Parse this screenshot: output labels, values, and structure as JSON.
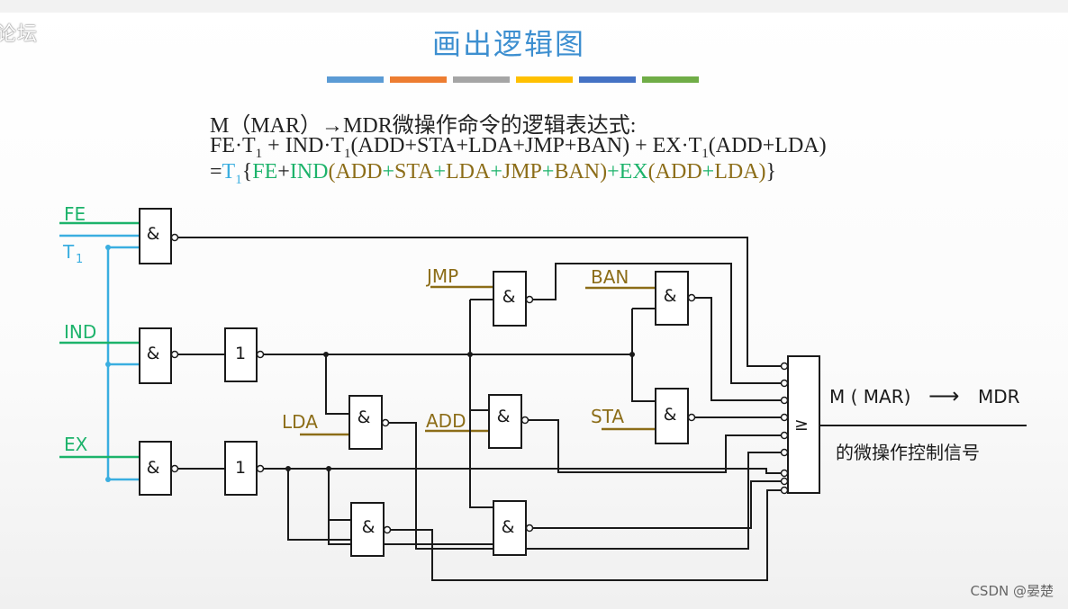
{
  "header": {
    "watermark": "论坛",
    "title": "画出逻辑图",
    "bar_colors": [
      "#5b9bd5",
      "#ed7d31",
      "#a5a5a5",
      "#ffc000",
      "#4472c4",
      "#70ad47"
    ]
  },
  "expression": {
    "line1": "M（MAR）→MDR微操作命令的逻辑表达式:",
    "line2_a": "FE·T",
    "line2_b": " + IND·T",
    "line2_c": "(ADD+STA+LDA+JMP+BAN) + EX·T",
    "line2_d": "(ADD+LDA)",
    "sub1": "1",
    "eq": "=",
    "t1": "T",
    "open": "{",
    "fe": "FE",
    "plus": "+",
    "ind": "IND",
    "lp": "(",
    "add": "ADD",
    "sta": "STA",
    "lda": "LDA",
    "jmp": "JMP",
    "ban": "BAN",
    "rp": ")",
    "ex": "EX",
    "close": "}"
  },
  "circuit": {
    "inputs": {
      "fe": "FE",
      "t": "T",
      "t_sub": "1",
      "ind": "IND",
      "ex": "EX"
    },
    "signals": {
      "jmp": "JMP",
      "ban": "BAN",
      "lda": "LDA",
      "add": "ADD",
      "sta": "STA"
    },
    "gate_and": "&",
    "gate_not": "1",
    "gate_or": "≥",
    "output_label": "M ( MAR)",
    "output_arrow": "⟶",
    "output_target": "MDR",
    "output_caption": "的微操作控制信号",
    "colors": {
      "green": "#1db36b",
      "blue": "#3aaee0",
      "olive": "#8c6d18",
      "wire": "#1a1a1a"
    }
  },
  "footer": {
    "credit": "CSDN @晏楚"
  }
}
